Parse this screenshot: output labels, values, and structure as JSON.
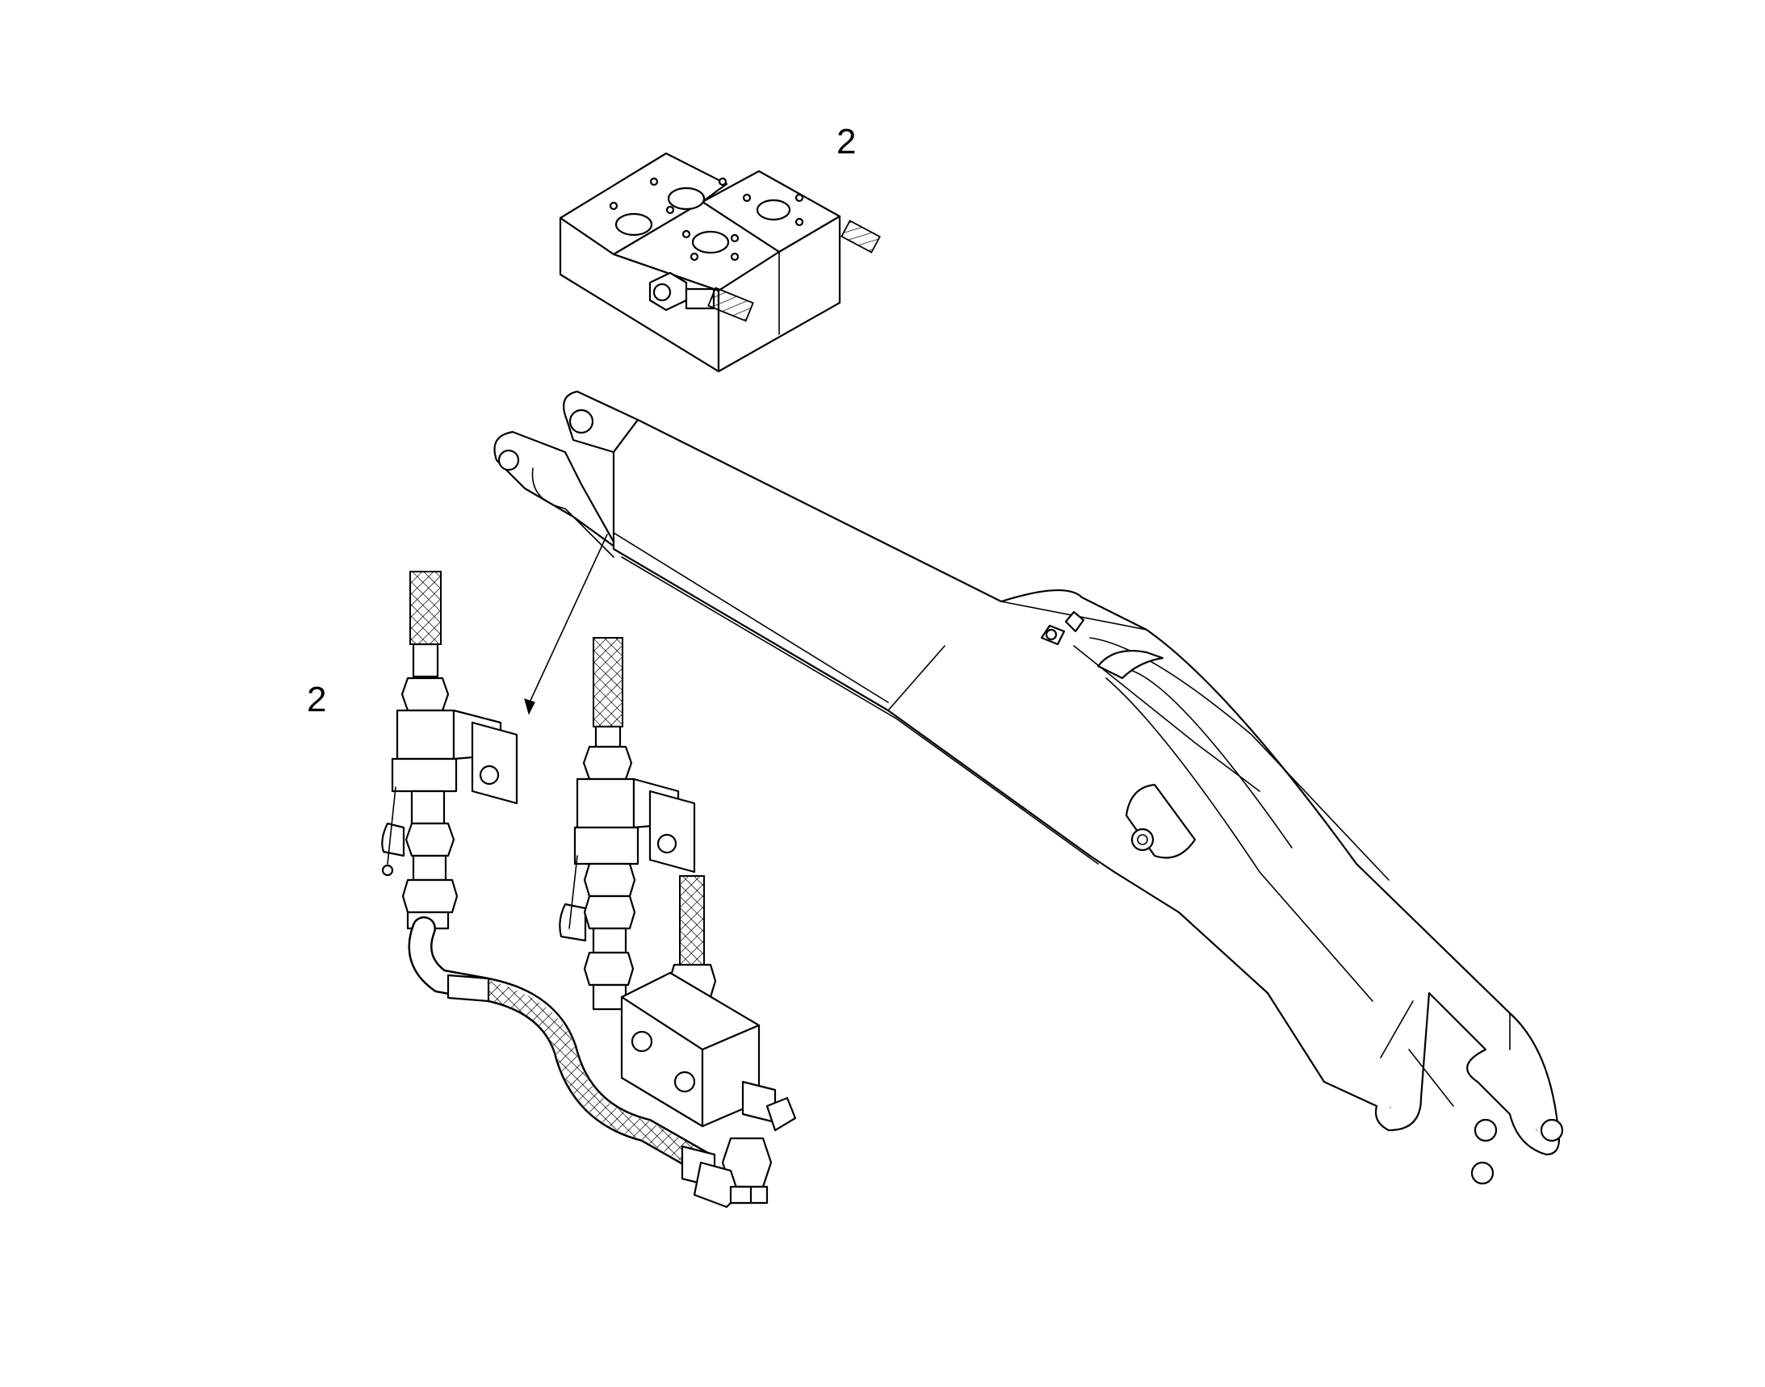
{
  "diagram": {
    "callouts": [
      {
        "id": "top",
        "text": "2"
      },
      {
        "id": "left",
        "text": "2"
      }
    ],
    "stroke_color": "#000000",
    "background_color": "#ffffff",
    "parts": [
      "valve-block",
      "boom-arm",
      "shutoff-valve-left",
      "shutoff-valve-right",
      "check-valve-block",
      "hydraulic-hose"
    ]
  }
}
